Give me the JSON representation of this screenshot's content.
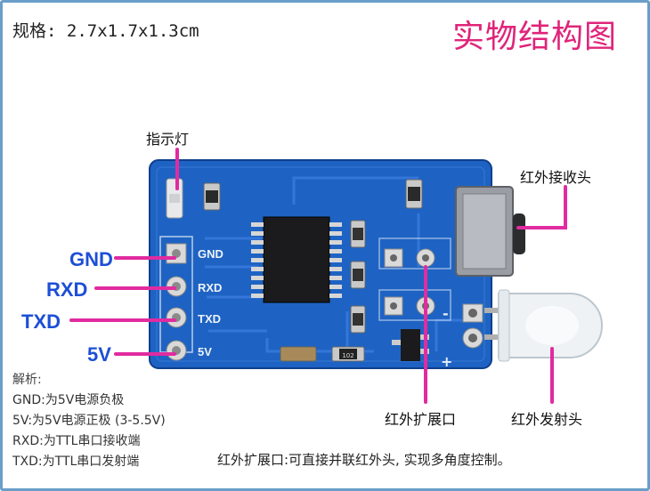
{
  "spec": "规格: 2.7x1.7x1.3cm",
  "title": "实物结构图",
  "labels": {
    "indicator": "指示灯",
    "ir_receiver": "红外接收头",
    "ir_expansion": "红外扩展口",
    "ir_emitter": "红外发射头"
  },
  "pins": [
    {
      "label": "GND",
      "silk": "GND"
    },
    {
      "label": "RXD",
      "silk": "RXD"
    },
    {
      "label": "TXD",
      "silk": "TXD"
    },
    {
      "label": "5V",
      "silk": "5V"
    }
  ],
  "board_marks": {
    "minus": "-",
    "plus": "+",
    "resistor_code": "102"
  },
  "notes": {
    "heading": "解析:",
    "lines": [
      "GND:为5V电源负极",
      "5V:为5V电源正极 (3-5.5V)",
      "RXD:为TTL串口接收端",
      "TXD:为TTL串口发射端"
    ]
  },
  "footer": "红外扩展口:可直接并联红外头, 实现多角度控制。",
  "colors": {
    "board": "#1e63c3",
    "pointer": "#e12ba0",
    "pin_text": "#1d4fd6",
    "title": "#e0247a"
  }
}
